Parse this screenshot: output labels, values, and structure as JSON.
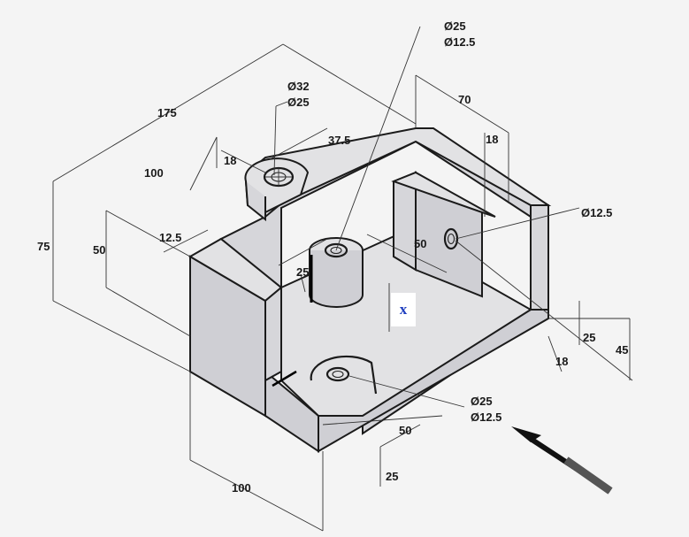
{
  "dimensions": {
    "d175": "175",
    "d100_top": "100",
    "d75": "75",
    "d50_left": "50",
    "d12_5": "12.5",
    "d18_top": "18",
    "d37_5": "37.5",
    "phi32": "Ø32",
    "phi25_a": "Ø25",
    "phi25_b": "Ø25",
    "phi12_5_b": "Ø12.5",
    "d70": "70",
    "d18_right": "18",
    "phi12_5_right": "Ø12.5",
    "d50_mid": "50",
    "d25_boss": "25",
    "d25_right": "25",
    "d45": "45",
    "d18_bottom": "18",
    "phi25_c": "Ø25",
    "phi12_5_c": "Ø12.5",
    "d50_bottom": "50",
    "d25_bottom": "25",
    "d100_bottom": "100"
  },
  "marker": {
    "label": "x"
  },
  "colors": {
    "line": "#1b1b1b",
    "marker_text": "#1f3fbf",
    "marker_bg": "#ffffff"
  }
}
